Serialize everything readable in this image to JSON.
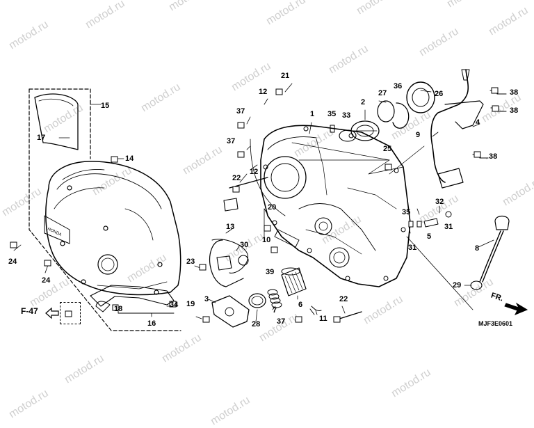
{
  "watermark": "motod.ru",
  "reference_label": "F-47",
  "direction_label": "FR.",
  "diagram_code": "MJF3E0601",
  "part_numbers": [
    "1",
    "2",
    "3",
    "4",
    "5",
    "6",
    "7",
    "8",
    "9",
    "10",
    "11",
    "12",
    "13",
    "14",
    "15",
    "16",
    "17",
    "18",
    "19",
    "20",
    "21",
    "22",
    "23",
    "24",
    "25",
    "26",
    "27",
    "28",
    "29",
    "30",
    "31",
    "32",
    "33",
    "34",
    "35",
    "36",
    "37",
    "38",
    "39"
  ],
  "callouts": {
    "c1": "1",
    "c2": "2",
    "c3": "3",
    "c4": "4",
    "c5": "5",
    "c6": "6",
    "c7": "7",
    "c8": "8",
    "c9": "9",
    "c10": "10",
    "c11": "11",
    "c12a": "12",
    "c12b": "12",
    "c13": "13",
    "c14": "14",
    "c15": "15",
    "c16": "16",
    "c17": "17",
    "c18": "18",
    "c19": "19",
    "c20": "20",
    "c21": "21",
    "c22a": "22",
    "c22b": "22",
    "c23": "23",
    "c24a": "24",
    "c24b": "24",
    "c25": "25",
    "c26": "26",
    "c27": "27",
    "c28": "28",
    "c29": "29",
    "c30": "30",
    "c31a": "31",
    "c31b": "31",
    "c32": "32",
    "c33": "33",
    "c34": "34",
    "c35a": "35",
    "c35b": "35",
    "c36": "36",
    "c37a": "37",
    "c37b": "37",
    "c37c": "37",
    "c38a": "38",
    "c38b": "38",
    "c38c": "38",
    "c39": "39"
  }
}
